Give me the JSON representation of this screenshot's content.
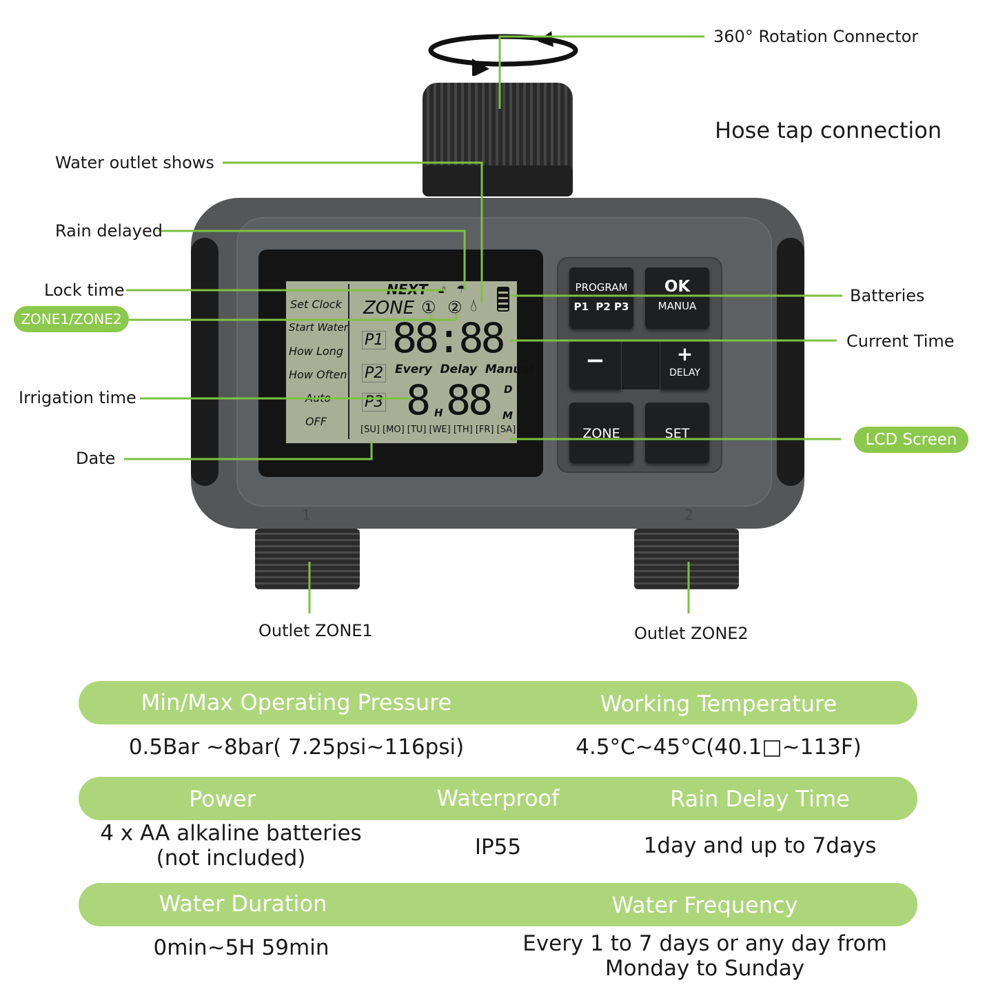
{
  "callouts": {
    "rotation": "360° Rotation Connector",
    "hose_tap": "Hose tap connection",
    "water_outlet": "Water outlet shows",
    "rain_delayed": "Rain delayed",
    "lock_time": "Lock time",
    "zone_badge": "ZONE1/ZONE2",
    "irrigation_time": "Irrigation time",
    "date": "Date",
    "batteries": "Batteries",
    "current_time": "Current Time",
    "lcd_badge": "LCD Screen",
    "outlet_zone1": "Outlet ZONE1",
    "outlet_zone2": "Outlet ZONE2"
  },
  "lcd": {
    "menu": [
      "Set Clock",
      "Start Water",
      "How Long",
      "How Often",
      "Auto",
      "OFF"
    ],
    "next": "NEXT",
    "zone": "ZONE",
    "zone1": "①",
    "zone2": "②",
    "programs": [
      "P1",
      "P2",
      "P3"
    ],
    "clock": "88:88",
    "modes": "Every  Delay  Manual",
    "hours": "8",
    "h_unit": "H",
    "minutes": "88",
    "d_unit": "D",
    "m_unit": "M",
    "days": "[SU] [MO] [TU] [WE] [TH] [FR] [SA]"
  },
  "buttons": {
    "program": "PROGRAM",
    "program_sub": "P1  P2 P3",
    "ok": "OK",
    "ok_sub": "MANUA",
    "minus": "−",
    "plus": "+",
    "plus_sub": "DELAY",
    "zone": "ZONE",
    "set": "SET"
  },
  "outlet_marks": [
    "1",
    "2"
  ],
  "specs": {
    "pressure_label": "Min/Max Operating Pressure",
    "pressure_value": "0.5Bar ~8bar( 7.25psi~116psi)",
    "temp_label": "Working Temperature",
    "temp_value": "4.5°C~45°C(40.1□~113F)",
    "power_label": "Power",
    "power_value_1": "4 x AA alkaline batteries",
    "power_value_2": "(not included)",
    "waterproof_label": "Waterproof",
    "waterproof_value": "IP55",
    "rain_label": "Rain Delay Time",
    "rain_value": "1day and up to 7days",
    "duration_label": "Water Duration",
    "duration_value": "0min~5H 59min",
    "frequency_label": "Water Frequency",
    "frequency_value_1": "Every 1 to 7 days or any day from",
    "frequency_value_2": "Monday to Sunday"
  },
  "colors": {
    "accent": "#8bc84c",
    "bar": "#add67a",
    "line": "#7dc142"
  }
}
